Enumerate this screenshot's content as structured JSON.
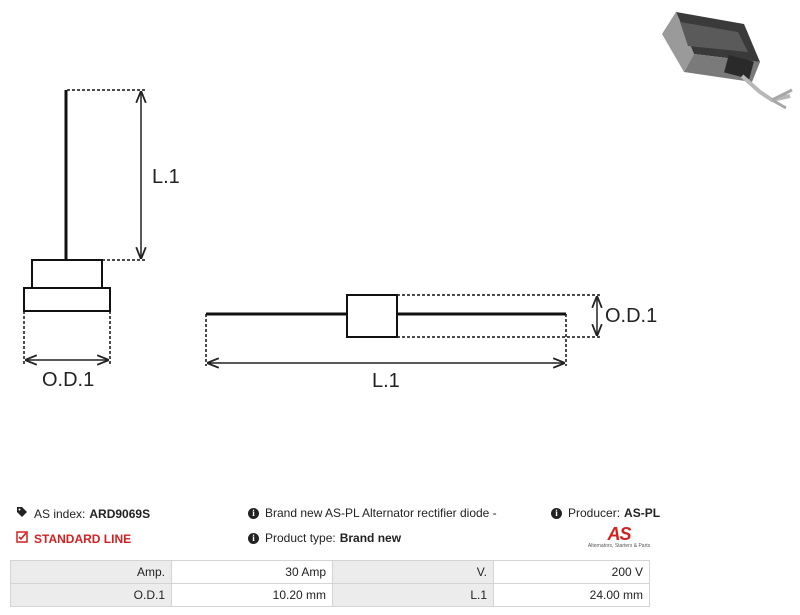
{
  "drawing": {
    "left_view": {
      "length_label": "L.1",
      "diameter_label": "O.D.1"
    },
    "right_view": {
      "length_label": "L.1",
      "diameter_label": "O.D.1"
    }
  },
  "product_photo": {
    "icon": "rectifier-diode-photo"
  },
  "info": {
    "as_index_label": "AS index:",
    "as_index_value": "ARD9069S",
    "line_label": "STANDARD LINE",
    "description": "Brand new AS-PL Alternator rectifier diode -",
    "product_type_label": "Product type:",
    "product_type_value": "Brand new",
    "producer_label": "Producer:",
    "producer_value": "AS-PL",
    "logo_text": "AS",
    "logo_subtext": "Alternators, Starters & Parts",
    "accent_color": "#d32020"
  },
  "specs": [
    {
      "label": "Amp.",
      "value": "30 Amp",
      "label2": "V.",
      "value2": "200 V"
    },
    {
      "label": "O.D.1",
      "value": "10.20 mm",
      "label2": "L.1",
      "value2": "24.00 mm"
    }
  ]
}
